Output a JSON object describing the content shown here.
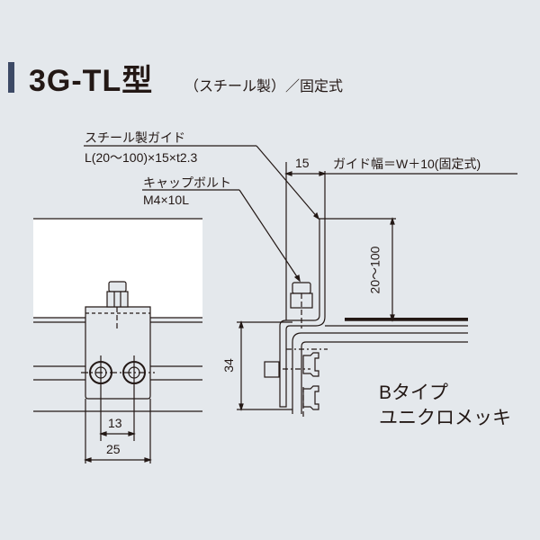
{
  "header": {
    "model": "3G-TL型",
    "subtitle": "（スチール製）／固定式"
  },
  "callouts": {
    "guide_name": "スチール製ガイド",
    "guide_spec": "L(20～100)×15×t2.3",
    "bolt_name": "キャップボルト",
    "bolt_spec": "M4×10L",
    "guide_width": "ガイド幅＝W＋10(固定式)"
  },
  "dimensions": {
    "guide_thickness_width": "15",
    "guide_height_range": "20～100",
    "frame_height": "34",
    "hole_pitch": "13",
    "bracket_width": "25"
  },
  "notes": {
    "type": "Bタイプ",
    "finish": "ユニクロメッキ"
  },
  "colors": {
    "background": "#e4e8ec",
    "accent_bar": "#3d4a66",
    "line": "#231815",
    "belt_fill": "#ffffff"
  }
}
